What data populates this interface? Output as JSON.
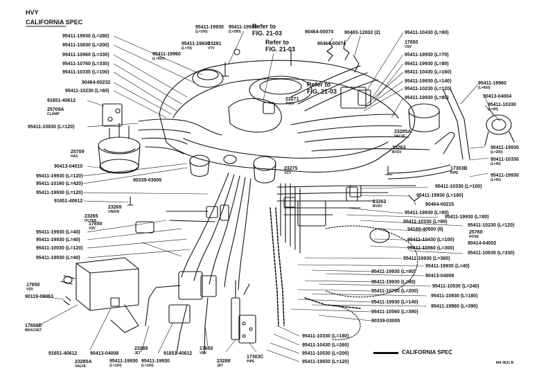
{
  "header": {
    "model": "HVY",
    "spec": "CALIFORNIA SPEC"
  },
  "legend": {
    "text": "CALIFORNIA SPEC"
  },
  "figure_code": "MA 4631 B",
  "refs": {
    "ref1_a": "Refer to",
    "ref1_b": "FIG. 21-03",
    "ref2_a": "Refer to",
    "ref2_b": "FIG. 21-03",
    "ref3_a": "Refer to",
    "ref3_b": "FIG. 21-03"
  },
  "labels": [
    {
      "text": "95411-19930 (L=280)"
    },
    {
      "text": "95411-10830 (L=200)"
    },
    {
      "text": "95411-10960 (L=330)"
    },
    {
      "text": "95411-10760 (L=330)"
    },
    {
      "text": "95411-10330 (L=100)"
    },
    {
      "text": "90464-00232"
    },
    {
      "text": "95411-10230 (L=60)"
    },
    {
      "text": "91651-40612"
    },
    {
      "text": "25709A",
      "sub": "CLAMP"
    },
    {
      "text": "95411-10830 (L=120)"
    },
    {
      "text": "25709",
      "sub": "HAC"
    },
    {
      "text": "90413-04010"
    },
    {
      "text": "95411-19930 (L=120)"
    },
    {
      "text": "95411-10160 (L=420)"
    },
    {
      "text": "95411-19930 (L=120)"
    },
    {
      "text": "91651-40612"
    },
    {
      "text": "23269",
      "sub": "UNION"
    },
    {
      "text": "23265",
      "sub": "FILTER"
    },
    {
      "text": "17650",
      "sub": "VSV"
    },
    {
      "text": "95411-19930 (L=40)"
    },
    {
      "text": "95411-19930 (L=40)"
    },
    {
      "text": "95411-10030 (L=120)"
    },
    {
      "text": "95411-19930 (L=40)"
    },
    {
      "text": "17650",
      "sub": "VSV"
    },
    {
      "text": "90119-08063"
    },
    {
      "text": "17650D",
      "sub": "BRACKET"
    },
    {
      "text": "91651-40612"
    },
    {
      "text": "90413-04008"
    },
    {
      "text": "23285A",
      "sub": "VALVE"
    },
    {
      "text": "95411-19930",
      "sub": "(L=100)"
    },
    {
      "text": "95411-19930",
      "sub": "(L=100)"
    },
    {
      "text": "23289",
      "sub": "JET"
    },
    {
      "text": "91651-40612"
    },
    {
      "text": "17650",
      "sub": "VSV"
    },
    {
      "text": "23288",
      "sub": "JET"
    },
    {
      "text": "17303C",
      "sub": "PIPE"
    },
    {
      "text": "95411-19930",
      "sub": "(L=100)"
    },
    {
      "text": "95411-19930",
      "sub": "(L=280)"
    },
    {
      "text": "95411-19830",
      "sub": "(L=70)"
    },
    {
      "text": "95411-19960",
      "sub": "(L=420)"
    },
    {
      "text": "23281",
      "sub": "VTV"
    },
    {
      "text": "90464-00074"
    },
    {
      "text": "90464-00074"
    },
    {
      "text": "90483-12002 (2)"
    },
    {
      "text": "23271",
      "sub": "TVSV"
    },
    {
      "text": "23275",
      "sub": "VCV"
    },
    {
      "text": "90339-03005"
    },
    {
      "text": "95411-10430 (L=80)"
    },
    {
      "text": "17650",
      "sub": "VSV"
    },
    {
      "text": "95411-19930 (L=70)"
    },
    {
      "text": "95411-19930 (L=80)"
    },
    {
      "text": "95411-10430 (L=160)"
    },
    {
      "text": "95411-19930 (L=140)"
    },
    {
      "text": "95411-10230 (L=120)"
    },
    {
      "text": "95411-19930 (L=80)"
    },
    {
      "text": "95411-19960",
      "sub": "(L=600)"
    },
    {
      "text": "90413-04004"
    },
    {
      "text": "95411-10330",
      "sub": "(L=40)"
    },
    {
      "text": "23285A",
      "sub": "VALVE"
    },
    {
      "text": "23263",
      "sub": "BVSV"
    },
    {
      "text": "17303B",
      "sub": "PIPE"
    },
    {
      "text": "95411-19930",
      "sub": "(L=200)"
    },
    {
      "text": "95411-10330",
      "sub": "(L=40)"
    },
    {
      "text": "95411-19930",
      "sub": "(L=60)"
    },
    {
      "text": "95411-10330 (L=100)"
    },
    {
      "text": "95411-19930 (L=180)"
    },
    {
      "text": "23262",
      "sub": "BVSV"
    },
    {
      "text": "90464-00215"
    },
    {
      "text": "95411-19930 (L=80)"
    },
    {
      "text": "95411-19930 (L=80)"
    },
    {
      "text": "95411-10330 (L=80)"
    },
    {
      "text": "95411-10230 (L=120)"
    },
    {
      "text": "94180-40500 (8)"
    },
    {
      "text": "25760",
      "sub": "HOSE"
    },
    {
      "text": "95411-10430 (L=100)"
    },
    {
      "text": "95411-10560 (L=300)"
    },
    {
      "text": "90414-04002"
    },
    {
      "text": "95411-10630 (L=330)"
    },
    {
      "text": "95411-19930 (L=360)"
    },
    {
      "text": "95411-19930 (L=40)"
    },
    {
      "text": "95411-19930 (L=80)"
    },
    {
      "text": "90413-04008"
    },
    {
      "text": "95411-19930 (L=80)"
    },
    {
      "text": "95411-10530 (L=240)"
    },
    {
      "text": "95411-10730 (L=200)"
    },
    {
      "text": "95411-10830 (L=180)"
    },
    {
      "text": "95411-19930 (L=140)"
    },
    {
      "text": "95411-19960 (L=390)"
    },
    {
      "text": "95411-10560 (L=390)"
    },
    {
      "text": "90339-03005"
    },
    {
      "text": "95411-10330 (L=180)"
    },
    {
      "text": "95411-10430 (L=260)"
    },
    {
      "text": "95411-10530 (L=200)"
    },
    {
      "text": "95411-19930 (L=120)"
    }
  ]
}
